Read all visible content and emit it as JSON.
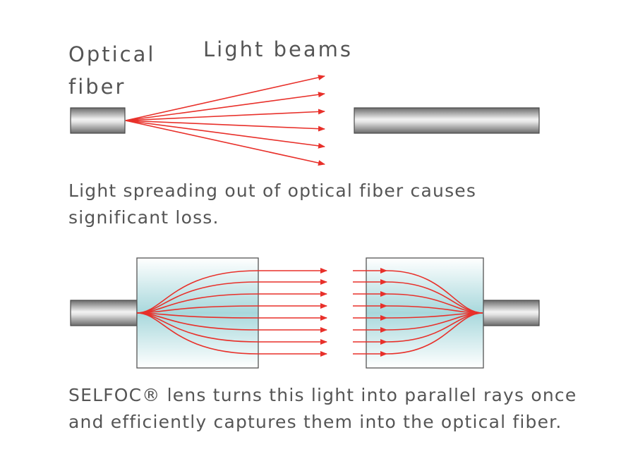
{
  "labels": {
    "optical_fiber": [
      "Optical",
      "fiber"
    ],
    "light_beams": "Light beams"
  },
  "captions": {
    "spreading": [
      "Light spreading out of optical fiber causes",
      "significant loss."
    ],
    "selfoc": [
      "SELFOC® lens turns this light into parallel rays once",
      "and efficiently captures them into the optical fiber."
    ]
  },
  "colors": {
    "ray": "#e8302a",
    "text": "#555555",
    "lens_tint": "#a8d8dc",
    "fiber_dark": "#6a6a6a",
    "fiber_light": "#f2f2f2"
  }
}
